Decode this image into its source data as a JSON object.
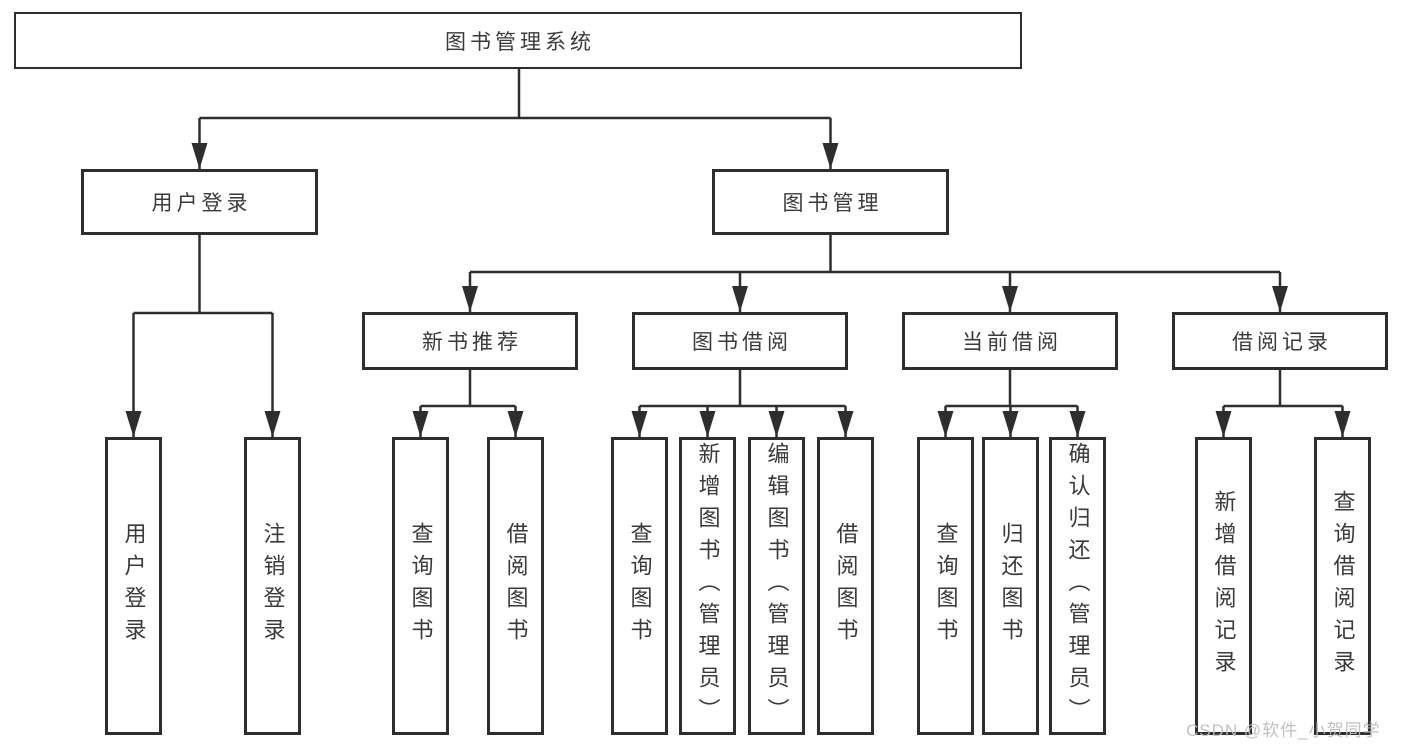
{
  "diagram": {
    "root": {
      "label": "图书管理系统"
    },
    "branches": [
      {
        "label": "用户登录",
        "children": [
          {
            "label": "用户登录"
          },
          {
            "label": "注销登录"
          }
        ]
      },
      {
        "label": "图书管理",
        "children": [
          {
            "label": "新书推荐",
            "children": [
              {
                "label": "查询图书"
              },
              {
                "label": "借阅图书"
              }
            ]
          },
          {
            "label": "图书借阅",
            "children": [
              {
                "label": "查询图书"
              },
              {
                "label": "新增图书（管理员）"
              },
              {
                "label": "编辑图书（管理员）"
              },
              {
                "label": "借阅图书"
              }
            ]
          },
          {
            "label": "当前借阅",
            "children": [
              {
                "label": "查询图书"
              },
              {
                "label": "归还图书"
              },
              {
                "label": "确认归还（管理员）"
              }
            ]
          },
          {
            "label": "借阅记录",
            "children": [
              {
                "label": "新增借阅记录"
              },
              {
                "label": "查询借阅记录"
              }
            ]
          }
        ]
      }
    ],
    "watermark": "CSDN @软件_小贺同学",
    "colors": {
      "line": "#2e2e2e",
      "text": "#3a3a3a",
      "background": "#ffffff",
      "watermark": "#bebebe"
    }
  }
}
